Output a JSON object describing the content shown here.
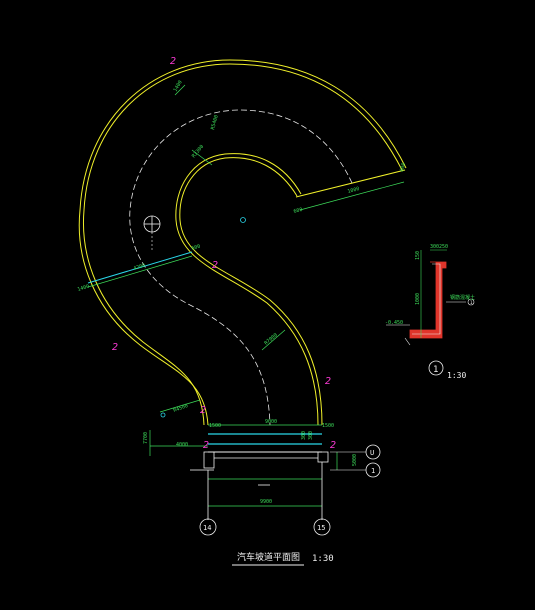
{
  "plan": {
    "dims": {
      "top_width": "1400",
      "top_width2": "1400",
      "radius1": "R5400",
      "radius2": "R3300",
      "radius3": "R5400",
      "upper_end": "1000",
      "upper_end_short": "600",
      "upper_end_right": "600",
      "mid_width": "4200",
      "mid_left": "1400",
      "mid_right": "600",
      "lower_radius": "R7000",
      "bottom_radius": "R4500",
      "bottom_width": "9000",
      "bottom_left": "4000",
      "bottom_h1": "300",
      "bottom_h2": "300",
      "bottom_side": "5000",
      "right_offset": "1500",
      "total_width": "9900",
      "left_offset": "1500",
      "left_h": "7700"
    },
    "marks": [
      "2",
      "2",
      "2",
      "2",
      "2",
      "2"
    ],
    "grid_bubbles": [
      "14",
      "15",
      "U",
      "1"
    ],
    "section_callout": "1",
    "title": "汽车坡道平面图",
    "scale": "1:30"
  },
  "section": {
    "top_dims": [
      "300",
      "250"
    ],
    "side_dim": "1000",
    "height_dim": "150",
    "note": "-0.450",
    "right_note": "钢筋混凝土",
    "detail_id": "1",
    "detail_scale": "1:30",
    "bubble_label": "1"
  },
  "colors": {
    "background": "#000000",
    "outline": "#f0f02a",
    "centerline": "#e8e8e8",
    "dimension": "#3ddc5a",
    "marks": "#ff3bd8",
    "section_fill": "#e0352b",
    "cyan": "#2ad6e8"
  }
}
